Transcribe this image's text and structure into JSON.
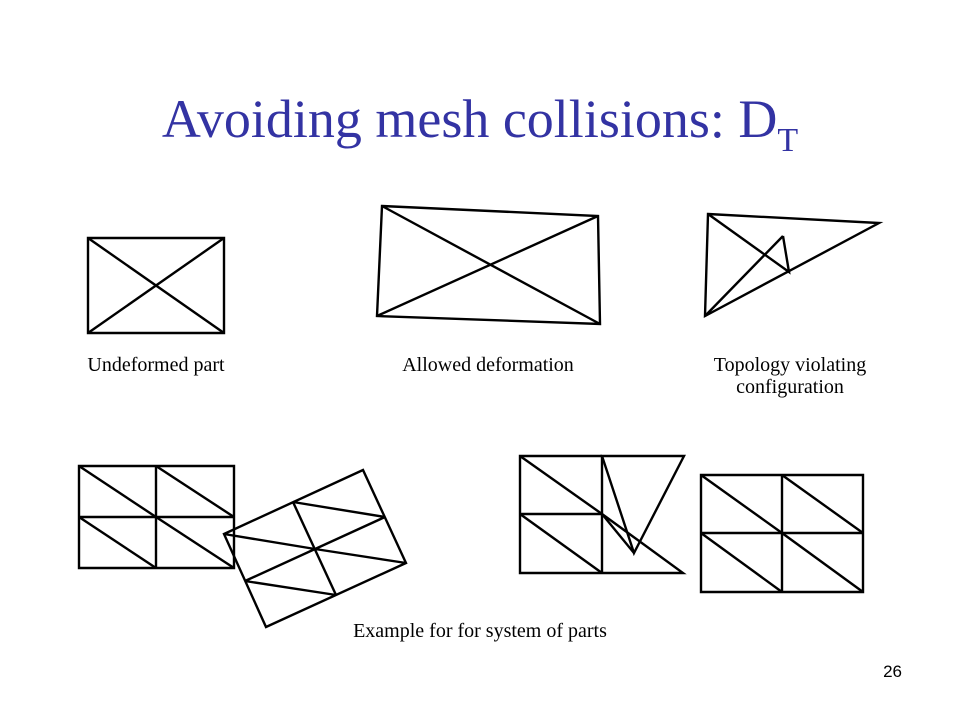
{
  "slide": {
    "title_main": "Avoiding mesh collisions: D",
    "title_sub": "T",
    "page_number": "26"
  },
  "captions": {
    "undeformed": "Undeformed part",
    "allowed": "Allowed deformation",
    "topology_line1": "Topology violating",
    "topology_line2": "configuration",
    "system": "Example for for system of parts"
  }
}
